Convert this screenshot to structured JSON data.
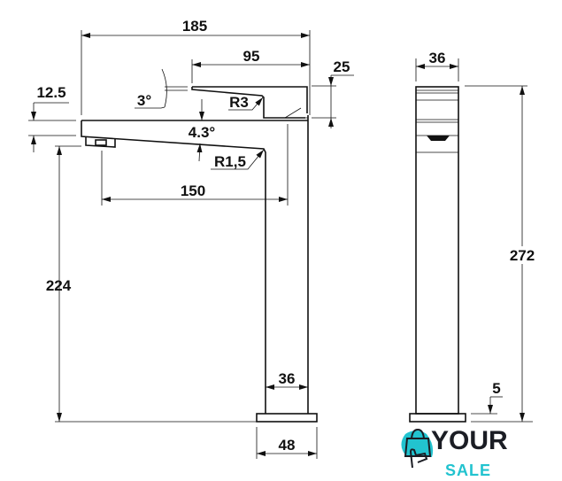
{
  "drawing": {
    "front_view": {
      "dimensions": [
        "185",
        "95",
        "25",
        "12.5",
        "3°",
        "R3",
        "4.3°",
        "R1,5",
        "150",
        "224",
        "36",
        "48"
      ]
    },
    "side_view": {
      "dimensions": [
        "36",
        "272",
        "5"
      ]
    }
  },
  "logo": {
    "line1": "YOUR",
    "line2": "SALE",
    "accent": "#22c3cf",
    "dark": "#1b1d24"
  }
}
